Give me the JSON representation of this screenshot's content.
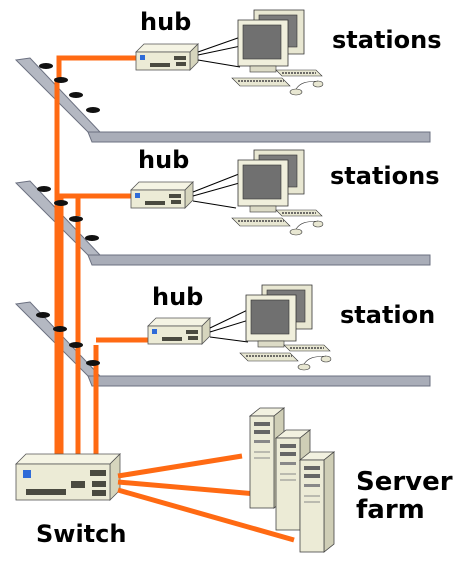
{
  "labels": {
    "hub_1": "hub",
    "hub_2": "hub",
    "hub_3": "hub",
    "stations_1": "stations",
    "stations_2": "stations",
    "station_3": "station",
    "switch": "Switch",
    "server_line1": "Server",
    "server_line2": "farm"
  },
  "colors": {
    "cable": "#ff6a13",
    "floor": "#a9adb8",
    "floor_edge": "#6b7080",
    "device_body": "#ecebd6",
    "device_dark": "#4a4a40",
    "screen": "#777777",
    "port_hole": "#111111"
  },
  "icons": {
    "hub": "hub-icon",
    "workstation": "workstation-icon",
    "switch": "switch-icon",
    "server": "server-tower-icon"
  }
}
